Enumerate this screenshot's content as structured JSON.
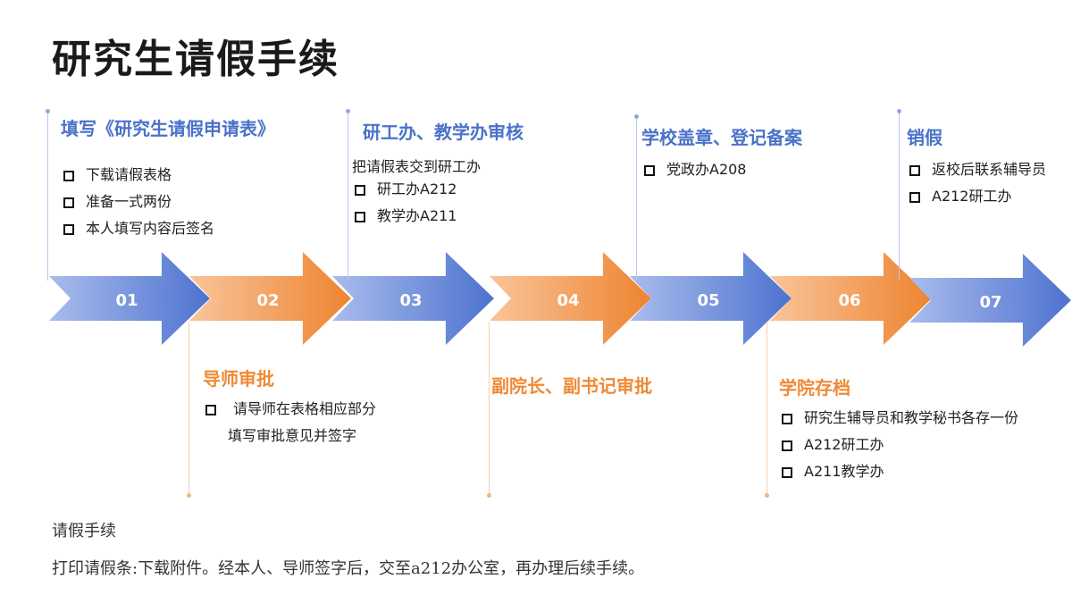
{
  "title": "研究生请假手续",
  "steps": [
    {
      "num": "01",
      "color": "blue",
      "heading": "填写《研究生请假申请表》",
      "items": [
        "下载请假表格",
        "准备一式两份",
        "本人填写内容后签名"
      ]
    },
    {
      "num": "02",
      "color": "orange",
      "heading": "导师审批",
      "items": [
        "请导师在表格相应部分"
      ],
      "continuation": "填写审批意见并签字"
    },
    {
      "num": "03",
      "color": "blue",
      "heading": "研工办、教学办审核",
      "note": "把请假表交到研工办",
      "items": [
        "研工办A212",
        "教学办A211"
      ]
    },
    {
      "num": "04",
      "color": "orange",
      "heading": "副院长、副书记审批",
      "items": []
    },
    {
      "num": "05",
      "color": "blue",
      "heading": "学校盖章、登记备案",
      "items": [
        "党政办A208"
      ]
    },
    {
      "num": "06",
      "color": "orange",
      "heading": "学院存档",
      "items": [
        "研究生辅导员和教学秘书各存一份",
        "A212研工办",
        "A211教学办"
      ]
    },
    {
      "num": "07",
      "color": "blue",
      "heading": "销假",
      "items": [
        "返校后联系辅导员",
        "A212研工办"
      ]
    }
  ],
  "footer": {
    "line1": "请假手续",
    "line2": "打印请假条:下载附件。经本人、导师签字后，交至a212办公室，再办理后续手续。"
  },
  "colors": {
    "blue": "#5b7fd4",
    "orange": "#ef8a36"
  }
}
